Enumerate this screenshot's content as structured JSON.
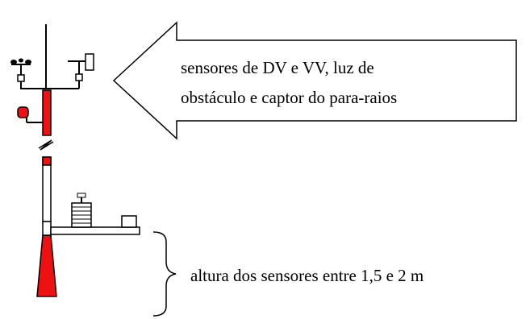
{
  "arrow_label": {
    "line1": "sensores de DV e VV, luz de",
    "line2": "obstáculo e captor do para-raios"
  },
  "height_label": "altura dos sensores entre 1,5 e 2 m",
  "colors": {
    "mast_red": "#ee1111",
    "outline": "#000000",
    "background": "#ffffff"
  }
}
